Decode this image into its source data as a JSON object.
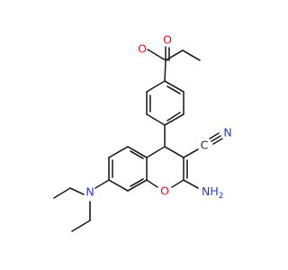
{
  "molecule": {
    "atom_labels": {
      "ester_carbonyl_o": "O",
      "ester_ether_o": "O",
      "ring_o": "O",
      "nitrile_c": "C",
      "nitrile_n": "N",
      "amine_n": "N",
      "amino_label": "NH",
      "amino_sub": "2"
    },
    "colors": {
      "bond": "#222222",
      "oxygen": "#e8121a",
      "nitrogen": "#2b3bd6"
    }
  }
}
